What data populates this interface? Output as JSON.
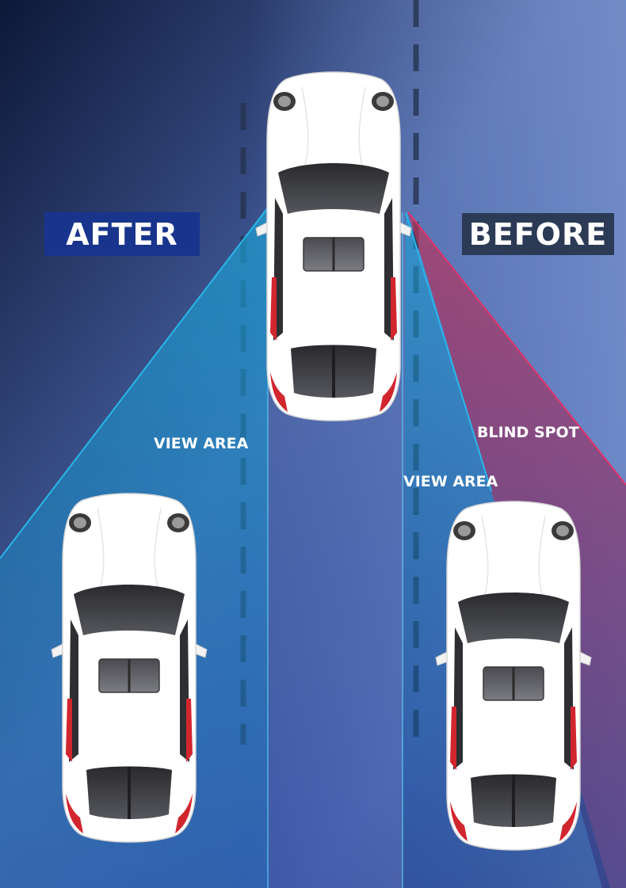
{
  "labels": {
    "after": "AFTER",
    "before": "BEFORE",
    "view_area_left": "VIEW AREA",
    "blind_spot": "BLIND SPOT",
    "view_area_right": "VIEW AREA"
  },
  "colors": {
    "background_top_left": "#0d1838",
    "background_top_right": "#6e8cc6",
    "background_bottom": "#1c2a78",
    "after_box": "#19348c",
    "before_box": "#2b3a55",
    "view_area": "#1a9cc8",
    "blind_spot": "#b2375e",
    "car_body": "#ffffff",
    "taillight": "#d2262e"
  },
  "icons": [
    "car-top-center-icon",
    "car-bottom-left-icon",
    "car-bottom-right-icon"
  ]
}
